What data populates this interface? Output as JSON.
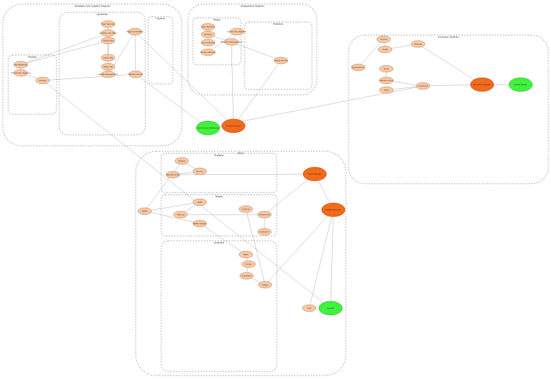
{
  "colors": {
    "node": "#f9c9a5",
    "node_stroke": "#b0764f",
    "orange": "#f26a1b",
    "orange_stroke": "#b64a0a",
    "green": "#3ef23e",
    "green_stroke": "#1e9d1e",
    "edge": "#9a9a9a"
  },
  "clusters": [
    {
      "id": "c1",
      "label": "Sanitation and Hygiene Program"
    },
    {
      "id": "c1a",
      "label": "Peoples"
    },
    {
      "id": "c1b",
      "label": "Sanitation"
    },
    {
      "id": "c1c",
      "label": "Hygiene"
    },
    {
      "id": "c2",
      "label": "Shipbuilding Program"
    },
    {
      "id": "c2a",
      "label": "People"
    },
    {
      "id": "c2b",
      "label": "Relations"
    },
    {
      "id": "c3",
      "label": "Economic Vitalities"
    },
    {
      "id": "c4",
      "label": "WASH"
    },
    {
      "id": "c4a",
      "label": "Budgets"
    },
    {
      "id": "c4b",
      "label": "People"
    },
    {
      "id": "c4c",
      "label": "Activities"
    }
  ],
  "nodes": [
    {
      "id": "n1",
      "label": "Food Security",
      "kind": "peach"
    },
    {
      "id": "n2",
      "label": "Sanitary Condition",
      "kind": "peach"
    },
    {
      "id": "n3",
      "label": "Awareness",
      "kind": "peach"
    },
    {
      "id": "n4",
      "label": "Clean City",
      "kind": "peach"
    },
    {
      "id": "n5",
      "label": "Toilet Use",
      "kind": "peach"
    },
    {
      "id": "n6",
      "label": "Waste Management",
      "kind": "peach"
    },
    {
      "id": "n7",
      "label": "Hygiene Facilities",
      "kind": "peach"
    },
    {
      "id": "n8",
      "label": "Healthy People",
      "kind": "peach"
    },
    {
      "id": "n9",
      "label": "Handwashing",
      "kind": "peach"
    },
    {
      "id": "n10",
      "label": "Community Hygiene",
      "kind": "peach"
    },
    {
      "id": "n11",
      "label": "Disease",
      "kind": "peach"
    },
    {
      "id": "n12",
      "label": "Ship Builders",
      "kind": "peach"
    },
    {
      "id": "n13",
      "label": "Workers",
      "kind": "peach"
    },
    {
      "id": "n14",
      "label": "Local Artisans",
      "kind": "peach"
    },
    {
      "id": "n15",
      "label": "Women Workers",
      "kind": "peach"
    },
    {
      "id": "n16",
      "label": "Community Relation",
      "kind": "peach"
    },
    {
      "id": "n17",
      "label": "Shipyard Development",
      "kind": "peach"
    },
    {
      "id": "n18",
      "label": "Vessel Orders",
      "kind": "peach"
    },
    {
      "id": "n19",
      "label": "Income",
      "kind": "peach"
    },
    {
      "id": "n20",
      "label": "Profit",
      "kind": "peach"
    },
    {
      "id": "n21",
      "label": "Savings",
      "kind": "peach"
    },
    {
      "id": "n22",
      "label": "Employment",
      "kind": "peach"
    },
    {
      "id": "n23",
      "label": "Trade",
      "kind": "peach"
    },
    {
      "id": "n24",
      "label": "Market Access",
      "kind": "peach"
    },
    {
      "id": "n25",
      "label": "Skills",
      "kind": "peach"
    },
    {
      "id": "n26",
      "label": "Livelihood",
      "kind": "peach"
    },
    {
      "id": "n27",
      "label": "Budget",
      "kind": "peach"
    },
    {
      "id": "n28",
      "label": "Donors",
      "kind": "peach"
    },
    {
      "id": "n29",
      "label": "Beneficiaries",
      "kind": "peach"
    },
    {
      "id": "n30",
      "label": "Staff",
      "kind": "peach"
    },
    {
      "id": "n31",
      "label": "Training",
      "kind": "peach"
    },
    {
      "id": "n32",
      "label": "Water Supply",
      "kind": "peach"
    },
    {
      "id": "n33",
      "label": "Latrines",
      "kind": "peach"
    },
    {
      "id": "n34",
      "label": "Monitoring",
      "kind": "peach"
    },
    {
      "id": "n35",
      "label": "Outreach",
      "kind": "peach"
    },
    {
      "id": "n36",
      "label": "Cost",
      "kind": "peach"
    },
    {
      "id": "n37",
      "label": "Wells",
      "kind": "peach"
    },
    {
      "id": "n38",
      "label": "Pumps",
      "kind": "peach"
    },
    {
      "id": "n39",
      "label": "Treatment",
      "kind": "peach"
    },
    {
      "id": "n40",
      "label": "Supply",
      "kind": "peach"
    },
    {
      "id": "n41",
      "label": "WASH",
      "kind": "peach"
    },
    {
      "id": "o1",
      "label": "Program Impact",
      "kind": "orange"
    },
    {
      "id": "o2",
      "label": "Economic Benefit",
      "kind": "orange"
    },
    {
      "id": "o3",
      "label": "WASH Budget",
      "kind": "orange"
    },
    {
      "id": "o4",
      "label": "WASH Outcome",
      "kind": "orange"
    },
    {
      "id": "g1",
      "label": "Community Wellbeing",
      "kind": "green"
    },
    {
      "id": "g2",
      "label": "Sustainability",
      "kind": "green"
    },
    {
      "id": "g3",
      "label": "Health",
      "kind": "green"
    }
  ],
  "edges": [
    [
      "n1",
      "n4"
    ],
    [
      "n2",
      "n4"
    ],
    [
      "n3",
      "n5"
    ],
    [
      "n4",
      "n6"
    ],
    [
      "n5",
      "n6"
    ],
    [
      "n6",
      "n7"
    ],
    [
      "n7",
      "n8"
    ],
    [
      "n8",
      "g1"
    ],
    [
      "n9",
      "n10"
    ],
    [
      "n10",
      "n11"
    ],
    [
      "n11",
      "n8"
    ],
    [
      "n3",
      "n9"
    ],
    [
      "n2",
      "n9"
    ],
    [
      "n12",
      "n13"
    ],
    [
      "n14",
      "n13"
    ],
    [
      "n15",
      "n16"
    ],
    [
      "n13",
      "n17"
    ],
    [
      "n16",
      "n17"
    ],
    [
      "n17",
      "n18"
    ],
    [
      "n18",
      "o1"
    ],
    [
      "n17",
      "o1"
    ],
    [
      "n19",
      "n20"
    ],
    [
      "n20",
      "n21"
    ],
    [
      "n22",
      "n19"
    ],
    [
      "n23",
      "n24"
    ],
    [
      "n24",
      "n26"
    ],
    [
      "n25",
      "n26"
    ],
    [
      "n21",
      "o2"
    ],
    [
      "n26",
      "o2"
    ],
    [
      "o2",
      "g2"
    ],
    [
      "n27",
      "n28"
    ],
    [
      "n28",
      "n29"
    ],
    [
      "n29",
      "o3"
    ],
    [
      "n30",
      "n31"
    ],
    [
      "n31",
      "n34"
    ],
    [
      "n34",
      "o3"
    ],
    [
      "n35",
      "n34"
    ],
    [
      "n32",
      "n37"
    ],
    [
      "n37",
      "n38"
    ],
    [
      "n38",
      "n39"
    ],
    [
      "n39",
      "n40"
    ],
    [
      "n33",
      "n40"
    ],
    [
      "n40",
      "o4"
    ],
    [
      "n36",
      "o4"
    ],
    [
      "n41",
      "n27"
    ],
    [
      "n41",
      "n30"
    ],
    [
      "n41",
      "n32"
    ],
    [
      "o4",
      "g3"
    ],
    [
      "n7",
      "o1"
    ],
    [
      "o1",
      "g1"
    ],
    [
      "o3",
      "o4"
    ],
    [
      "n11",
      "g3"
    ],
    [
      "n26",
      "g1"
    ]
  ]
}
